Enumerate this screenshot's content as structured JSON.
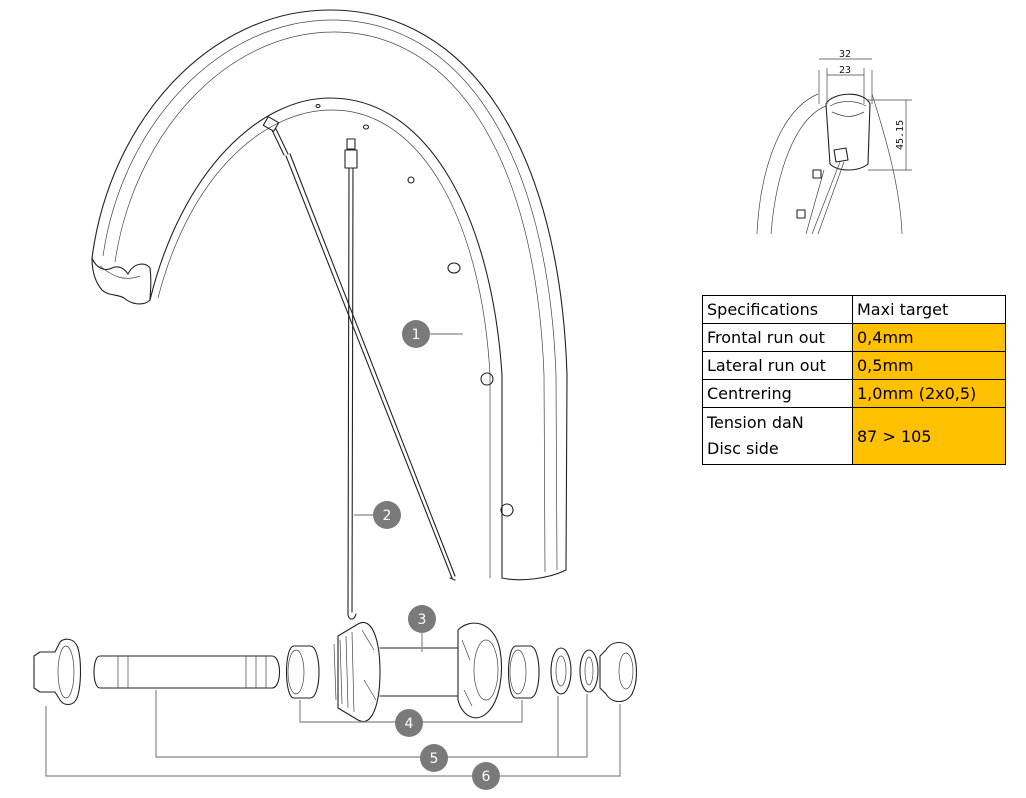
{
  "callouts": [
    "1",
    "2",
    "3",
    "4",
    "5",
    "6"
  ],
  "dimensions": {
    "outer_width": "32",
    "inner_width": "23",
    "height": "45.15"
  },
  "spec_table": {
    "header": [
      "Specifications",
      "Maxi target"
    ],
    "rows": [
      {
        "label": "Frontal run out",
        "value": "0,4mm"
      },
      {
        "label": "Lateral run out",
        "value": "0,5mm"
      },
      {
        "label": "Centrering",
        "value": "1,0mm (2x0,5)"
      },
      {
        "label_line1": "Tension daN",
        "label_line2": "Disc side",
        "value": "87 > 105"
      }
    ],
    "highlight_color": "#ffc000"
  }
}
